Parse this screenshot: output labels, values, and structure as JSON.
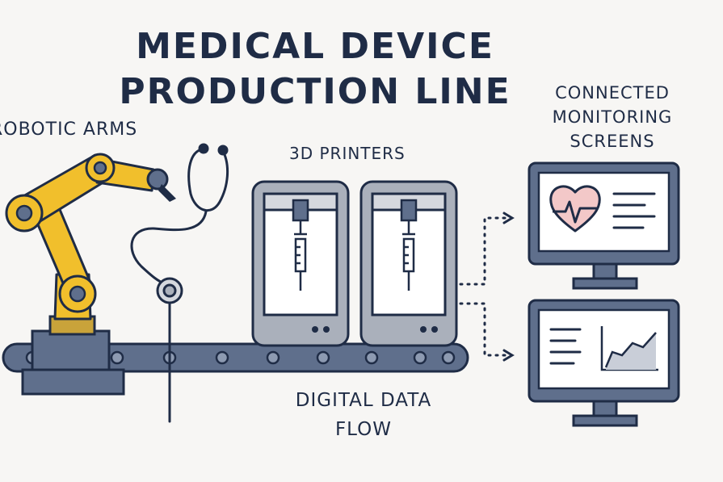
{
  "title": {
    "line1": "MEDICAL DEVICE",
    "line2": "PRODUCTION LINE"
  },
  "labels": {
    "robotic_arms": "ROBOTIC ARMS",
    "printers": "3D PRINTERS",
    "monitoring": {
      "line1": "CONNECTED",
      "line2": "MONITORING",
      "line3": "SCREENS"
    },
    "data_flow": {
      "line1": "DIGITAL DATA",
      "line2": "FLOW"
    }
  },
  "colors": {
    "ink": "#1f2c46",
    "robot_yellow": "#f1bf2c",
    "machine_gray": "#aab0bb",
    "conveyor": "#5f6f8c",
    "screen": "#ffffff",
    "background": "#f7f6f4"
  },
  "icons": [
    "robotic-arm-icon",
    "stethoscope-icon",
    "3d-printer-icon",
    "syringe-icon",
    "conveyor-belt-icon",
    "monitor-icon",
    "heartbeat-icon",
    "line-chart-icon"
  ]
}
